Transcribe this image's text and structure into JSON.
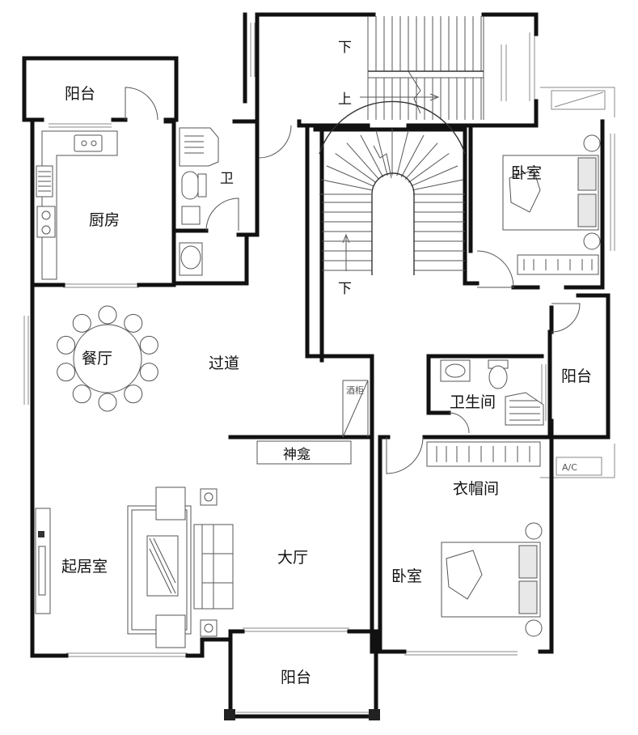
{
  "rooms": {
    "balcony_top_left": "阳台",
    "kitchen": "厨房",
    "toilet_small": "卫",
    "dining": "餐厅",
    "corridor": "过道",
    "shrine": "神龛",
    "living_room": "起居室",
    "hall": "大厅",
    "balcony_bottom": "阳台",
    "bedroom_top_right": "卧室",
    "balcony_right": "阳台",
    "bathroom": "卫生间",
    "wardrobe_room": "衣帽间",
    "bedroom_bottom": "卧室"
  },
  "stairs": {
    "down_top": "下",
    "up_top": "上",
    "down_spiral": "下"
  },
  "small_labels": {
    "wine_cabinet": "酒柜",
    "ac": "A/C"
  }
}
